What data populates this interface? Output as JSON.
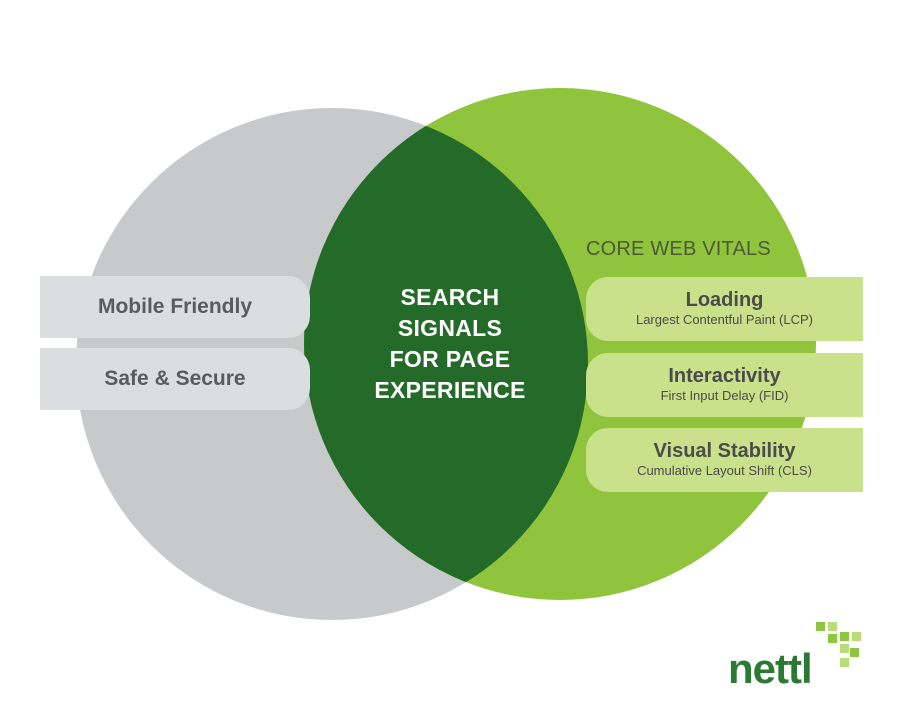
{
  "diagram": {
    "center_lines": [
      "SEARCH",
      "SIGNALS",
      "FOR PAGE",
      "EXPERIENCE"
    ],
    "left_items": [
      {
        "label": "Mobile Friendly"
      },
      {
        "label": "Safe & Secure"
      }
    ],
    "core_heading": "CORE WEB VITALS",
    "core_items": [
      {
        "title": "Loading",
        "subtitle": "Largest Contentful Paint (LCP)"
      },
      {
        "title": "Interactivity",
        "subtitle": "First Input Delay (FID)"
      },
      {
        "title": "Visual Stability",
        "subtitle": "Cumulative Layout Shift (CLS)"
      }
    ],
    "colors": {
      "left_circle": "#c8c9cb",
      "right_circle": "#8fc43c",
      "overlap": "#246b2a",
      "left_pill": "#dcdddf",
      "right_pill": "#c8e18a",
      "brand": "#2b7a34"
    }
  },
  "logo": {
    "text": "nettl",
    "icon": "pixel-squares-icon"
  }
}
